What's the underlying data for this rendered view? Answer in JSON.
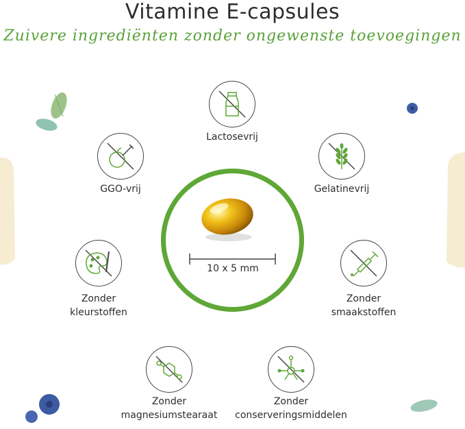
{
  "header": {
    "title": "Vitamine E-capsules",
    "subtitle": "Zuivere ingrediënten zonder ongewenste toevoegingen"
  },
  "features": [
    {
      "label": "Lactosevrij",
      "icon": "milk-bottle-icon"
    },
    {
      "label": "GGO-vrij",
      "icon": "gmo-fruit-syringe-icon"
    },
    {
      "label": "Gelatinevrij",
      "icon": "wheat-icon"
    },
    {
      "label": "Zonder",
      "label2": "kleurstoffen",
      "icon": "paint-palette-icon"
    },
    {
      "label": "Zonder",
      "label2": "smaakstoffen",
      "icon": "syringe-icon"
    },
    {
      "label": "Zonder",
      "label2": "magnesiumstearaat",
      "icon": "molecule-icon"
    },
    {
      "label": "Zonder",
      "label2": "conserveringsmiddelen",
      "icon": "chemical-structure-icon"
    }
  ],
  "capsule": {
    "size_label": "10 x 5 mm",
    "ring_color": "#5fa736"
  },
  "colors": {
    "accent": "#5aa13a",
    "text": "#2d2d2d"
  }
}
